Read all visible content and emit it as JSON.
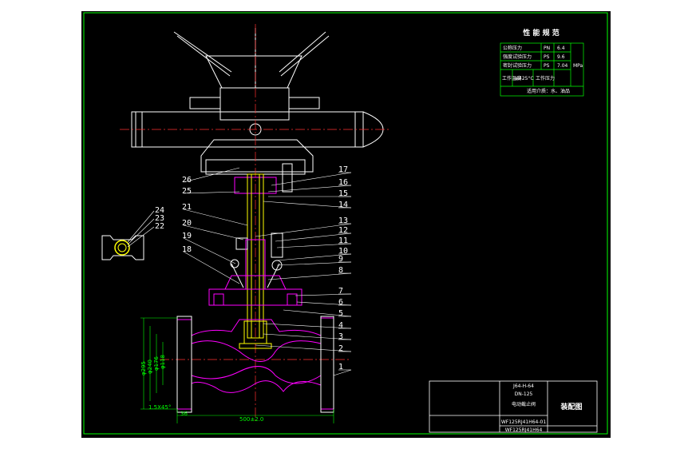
{
  "colors": {
    "background": "#ffffff",
    "sheet": "#000000",
    "frame": "#00ff00",
    "outline": "#ffffff",
    "centerline": "#ff3030",
    "accent_magenta": "#ff00ff",
    "accent_yellow": "#ffff00"
  },
  "part_numbers_right": [
    "17",
    "16",
    "15",
    "14",
    "13",
    "12",
    "11",
    "10",
    "9",
    "8",
    "7",
    "6",
    "5",
    "4",
    "3",
    "2",
    "1"
  ],
  "part_numbers_left": [
    "26",
    "25",
    "21",
    "20",
    "19",
    "18"
  ],
  "detail_part_numbers": [
    "24",
    "23",
    "22"
  ],
  "spec_table": {
    "title": "性 能 规 范",
    "rows": [
      {
        "label": "公称压力",
        "code": "PN",
        "value": "6.4"
      },
      {
        "label": "强度试验压力",
        "code": "PS",
        "value": "9.6"
      },
      {
        "label": "密封试验压力",
        "code": "PS",
        "value": "7.04"
      }
    ],
    "unit": "MPa",
    "row4": {
      "label": "工作温度",
      "value": "≤425°C",
      "label2": "工作压力"
    },
    "medium": "适用介质：水、油品"
  },
  "dimensions": {
    "length": "500±2.0",
    "chamfer": "1.5X45°",
    "diameters": [
      "φ295",
      "φ240",
      "φ176",
      "φ118"
    ],
    "flange": "36"
  },
  "title_block": {
    "line1": "J64-H-64",
    "line2": "DN-125",
    "name": "电动截止阀",
    "drawing_title": "装配图",
    "code1": "WF125RJ41H64-01",
    "code2": "WF125RJ41H64"
  }
}
